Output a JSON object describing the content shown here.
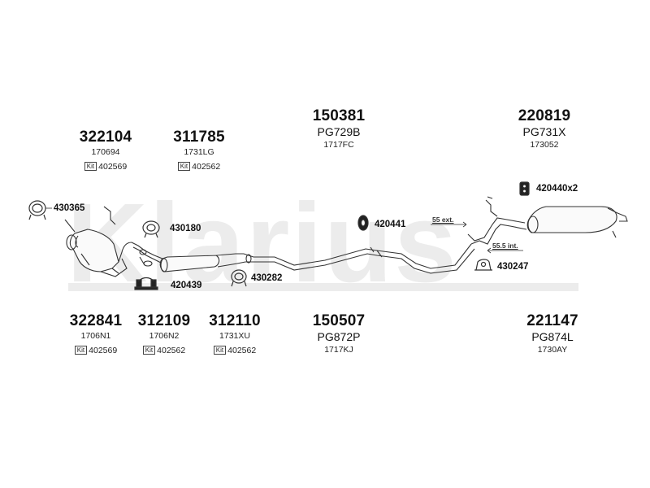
{
  "watermark": "Klarius",
  "parts": {
    "p322104": {
      "number": "322104",
      "code": "170694",
      "kit": "402569"
    },
    "p311785": {
      "number": "311785",
      "code": "1731LG",
      "kit": "402562"
    },
    "p150381": {
      "number": "150381",
      "ref": "PG729B",
      "code": "1717FC"
    },
    "p220819": {
      "number": "220819",
      "ref": "PG731X",
      "code": "173052"
    },
    "p322841": {
      "number": "322841",
      "code": "1706N1",
      "kit": "402569"
    },
    "p312109": {
      "number": "312109",
      "code": "1706N2",
      "kit": "402562"
    },
    "p312110": {
      "number": "312110",
      "code": "1731XU",
      "kit": "402562"
    },
    "p150507": {
      "number": "150507",
      "ref": "PG872P",
      "code": "1717KJ"
    },
    "p221147": {
      "number": "221147",
      "ref": "PG874L",
      "code": "1730AY"
    }
  },
  "kit_label": "Kit",
  "fittings": {
    "f430365": "430365",
    "f430180": "430180",
    "f420439": "420439",
    "f430282": "430282",
    "f420441": "420441",
    "f420440": "420440x2",
    "f430247": "430247"
  },
  "dimensions": {
    "ext": "55 ext.",
    "int": "55.5 int."
  }
}
